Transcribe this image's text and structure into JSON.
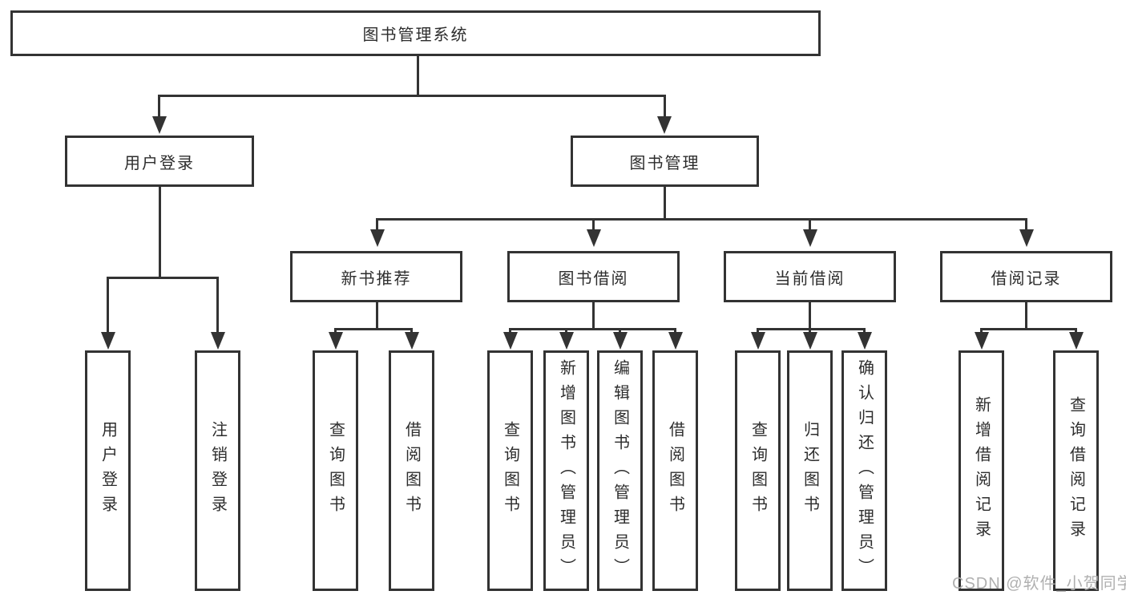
{
  "diagram": {
    "root": "图书管理系统",
    "level2": [
      "用户登录",
      "图书管理"
    ],
    "level3": [
      "新书推荐",
      "图书借阅",
      "当前借阅",
      "借阅记录"
    ],
    "leaves": {
      "user_login": [
        "用户登录",
        "注销登录"
      ],
      "new_book_recommend": [
        "查询图书",
        "借阅图书"
      ],
      "book_borrow": [
        "查询图书",
        "新增图书（管理员）",
        "编辑图书（管理员）",
        "借阅图书"
      ],
      "current_borrow": [
        "查询图书",
        "归还图书",
        "确认归还（管理员）"
      ],
      "borrow_record": [
        "新增借阅记录",
        "查询借阅记录"
      ]
    }
  },
  "watermark": "CSDN @软件_小贺同学",
  "colors": {
    "line": "#333333",
    "text": "#2d2d2d",
    "watermark": "#b0b0b0",
    "background": "#ffffff"
  }
}
